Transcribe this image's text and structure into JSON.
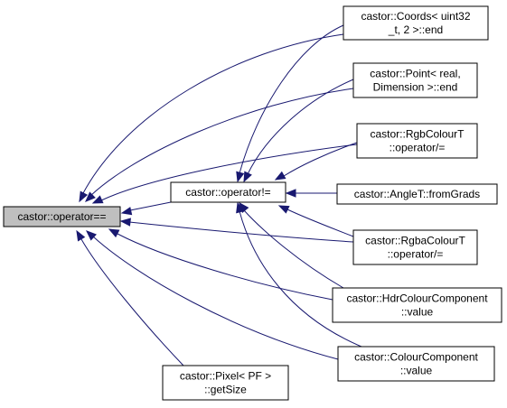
{
  "colors": {
    "edge": "#191970",
    "node_border": "#000000",
    "focus_node_fill": "#bfbfbf",
    "node_fill": "#ffffff"
  },
  "nodes": {
    "root": {
      "lines": [
        "castor::operator=="
      ]
    },
    "neq": {
      "lines": [
        "castor::operator!="
      ]
    },
    "coords_end": {
      "lines": [
        "castor::Coords< uint32",
        "_t, 2 >::end"
      ]
    },
    "point_end": {
      "lines": [
        "castor::Point< real,",
        "Dimension >::end"
      ]
    },
    "rgb_div": {
      "lines": [
        "castor::RgbColourT",
        "::operator/="
      ]
    },
    "angle_fromgrads": {
      "lines": [
        "castor::AngleT::fromGrads"
      ]
    },
    "rgba_div": {
      "lines": [
        "castor::RgbaColourT",
        "::operator/="
      ]
    },
    "hdr_value": {
      "lines": [
        "castor::HdrColourComponent",
        "::value"
      ]
    },
    "colour_value": {
      "lines": [
        "castor::ColourComponent",
        "::value"
      ]
    },
    "pixel_getsize": {
      "lines": [
        "castor::Pixel< PF >",
        "::getSize"
      ]
    }
  },
  "edges": [
    {
      "from": "root",
      "to": "coords_end"
    },
    {
      "from": "root",
      "to": "point_end"
    },
    {
      "from": "root",
      "to": "rgb_div"
    },
    {
      "from": "root",
      "to": "neq"
    },
    {
      "from": "root",
      "to": "rgba_div"
    },
    {
      "from": "root",
      "to": "hdr_value"
    },
    {
      "from": "root",
      "to": "colour_value"
    },
    {
      "from": "root",
      "to": "pixel_getsize"
    },
    {
      "from": "neq",
      "to": "coords_end"
    },
    {
      "from": "neq",
      "to": "point_end"
    },
    {
      "from": "neq",
      "to": "rgb_div"
    },
    {
      "from": "neq",
      "to": "angle_fromgrads"
    },
    {
      "from": "neq",
      "to": "rgba_div"
    },
    {
      "from": "neq",
      "to": "hdr_value"
    },
    {
      "from": "neq",
      "to": "colour_value"
    }
  ]
}
